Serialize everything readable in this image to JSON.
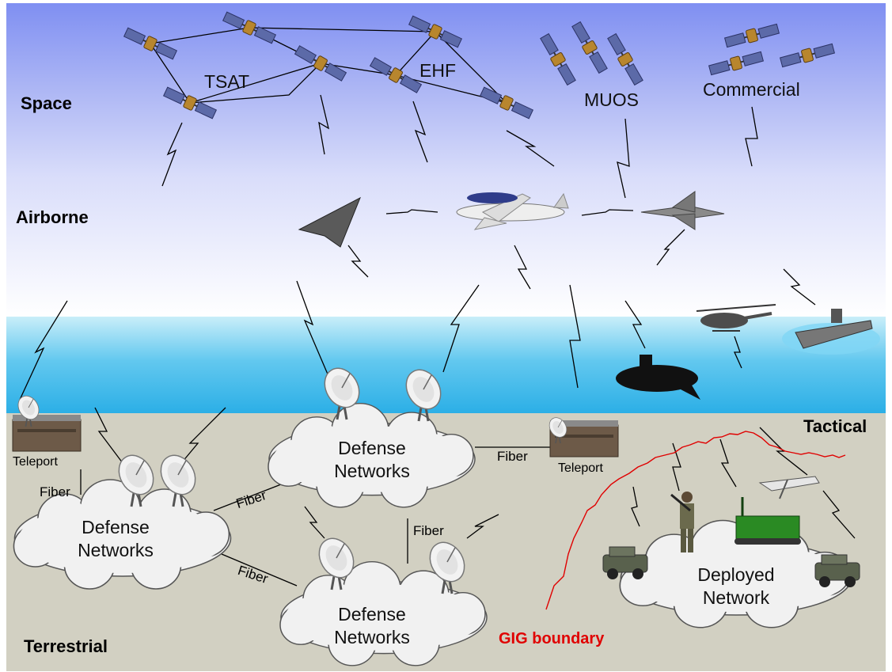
{
  "zones": {
    "space": "Space",
    "airborne": "Airborne",
    "tactical": "Tactical",
    "terrestrial": "Terrestrial"
  },
  "constellations": {
    "tsat": "TSAT",
    "ehf": "EHF",
    "muos": "MUOS",
    "commercial": "Commercial"
  },
  "networks": {
    "defense_line1": "Defense",
    "defense_line2": "Networks",
    "deployed_line1": "Deployed",
    "deployed_line2": "Network"
  },
  "sites": {
    "teleport": "Teleport",
    "fiber": "Fiber"
  },
  "boundary": {
    "label": "GIG boundary",
    "color": "#e00000"
  },
  "colors": {
    "sky_top": "#7f8ff2",
    "sea": "#2aaee6",
    "land": "#d2d0c2"
  }
}
